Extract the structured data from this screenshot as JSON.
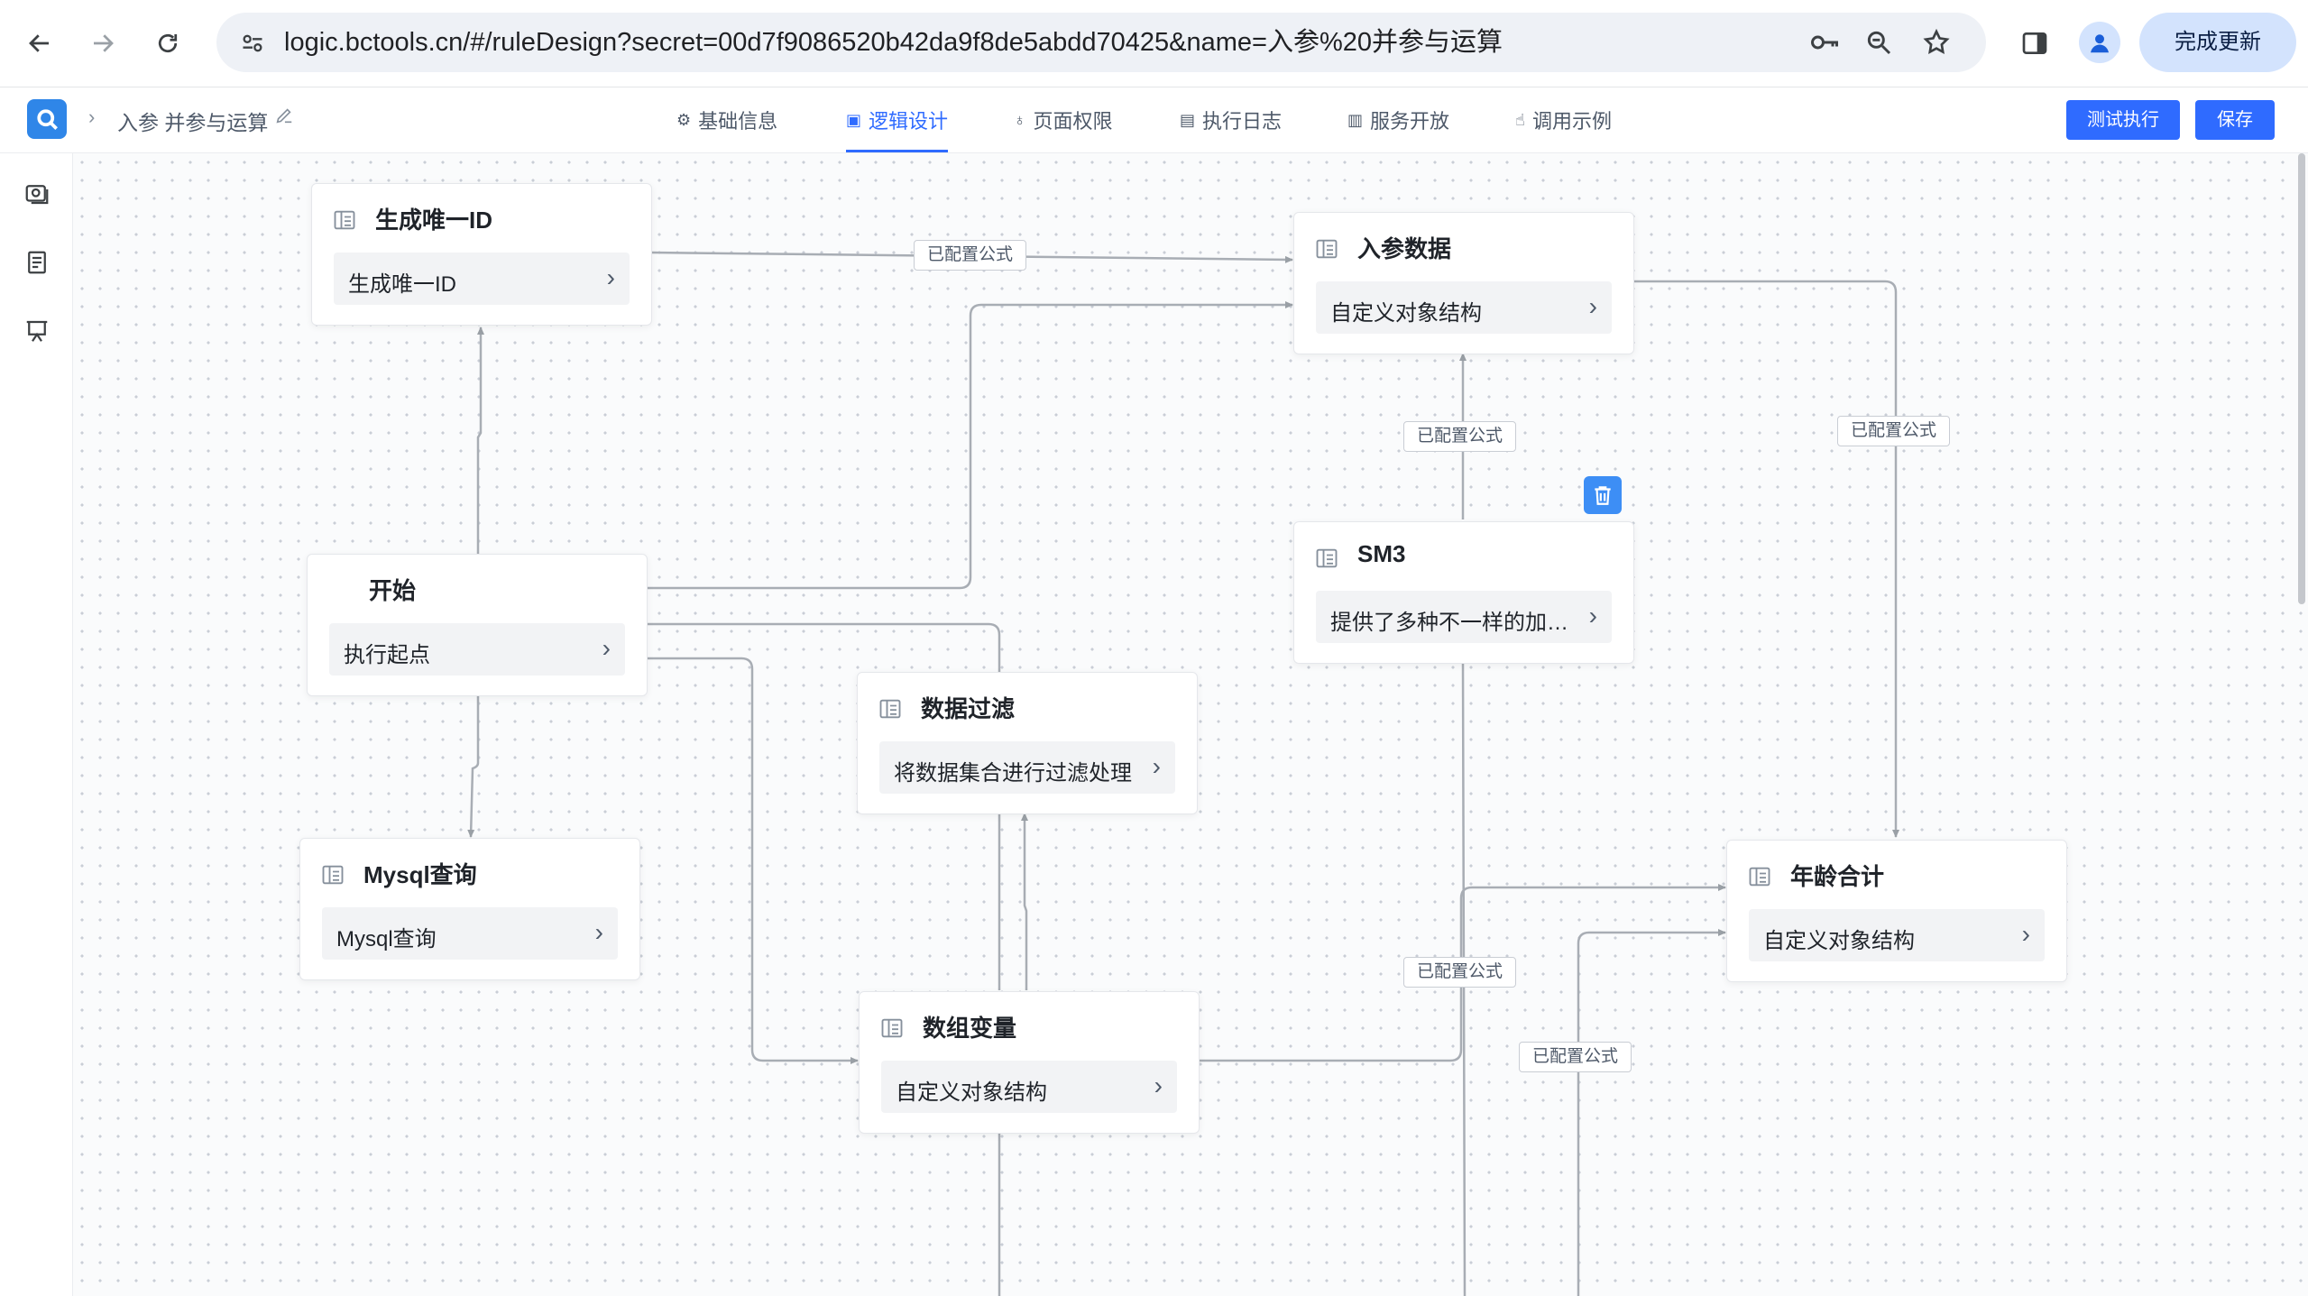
{
  "browser": {
    "url": "logic.bctools.cn/#/ruleDesign?secret=00d7f9086520b42da9f8de5abdd70425&name=入参%20并参与运算",
    "update_label": "完成更新"
  },
  "app": {
    "breadcrumb": "入参 并参与运算",
    "tabs": [
      {
        "label": "基础信息",
        "icon": "gear-icon"
      },
      {
        "label": "逻辑设计",
        "icon": "design-icon"
      },
      {
        "label": "页面权限",
        "icon": "key-icon"
      },
      {
        "label": "执行日志",
        "icon": "log-icon"
      },
      {
        "label": "服务开放",
        "icon": "book-icon"
      },
      {
        "label": "调用示例",
        "icon": "hand-icon"
      }
    ],
    "active_tab": "逻辑设计",
    "test_button": "测试执行",
    "save_button": "保存",
    "accent": "#2f6bff"
  },
  "nodes": {
    "gen_id": {
      "title": "生成唯一ID",
      "body": "生成唯一ID"
    },
    "input_data": {
      "title": "入参数据",
      "body": "自定义对象结构"
    },
    "sm3": {
      "title": "SM3",
      "body": "提供了多种不一样的加密算法"
    },
    "start": {
      "title": "开始",
      "body": "执行起点"
    },
    "filter": {
      "title": "数据过滤",
      "body": "将数据集合进行过滤处理"
    },
    "mysql": {
      "title": "Mysql查询",
      "body": "Mysql查询"
    },
    "age_sum": {
      "title": "年龄合计",
      "body": "自定义对象结构"
    },
    "array_var": {
      "title": "数组变量",
      "body": "自定义对象结构"
    }
  },
  "edge_labels": {
    "label1": "已配置公式",
    "label2": "已配置公式",
    "label3": "已配置公式",
    "label4": "已配置公式",
    "label5": "已配置公式"
  }
}
